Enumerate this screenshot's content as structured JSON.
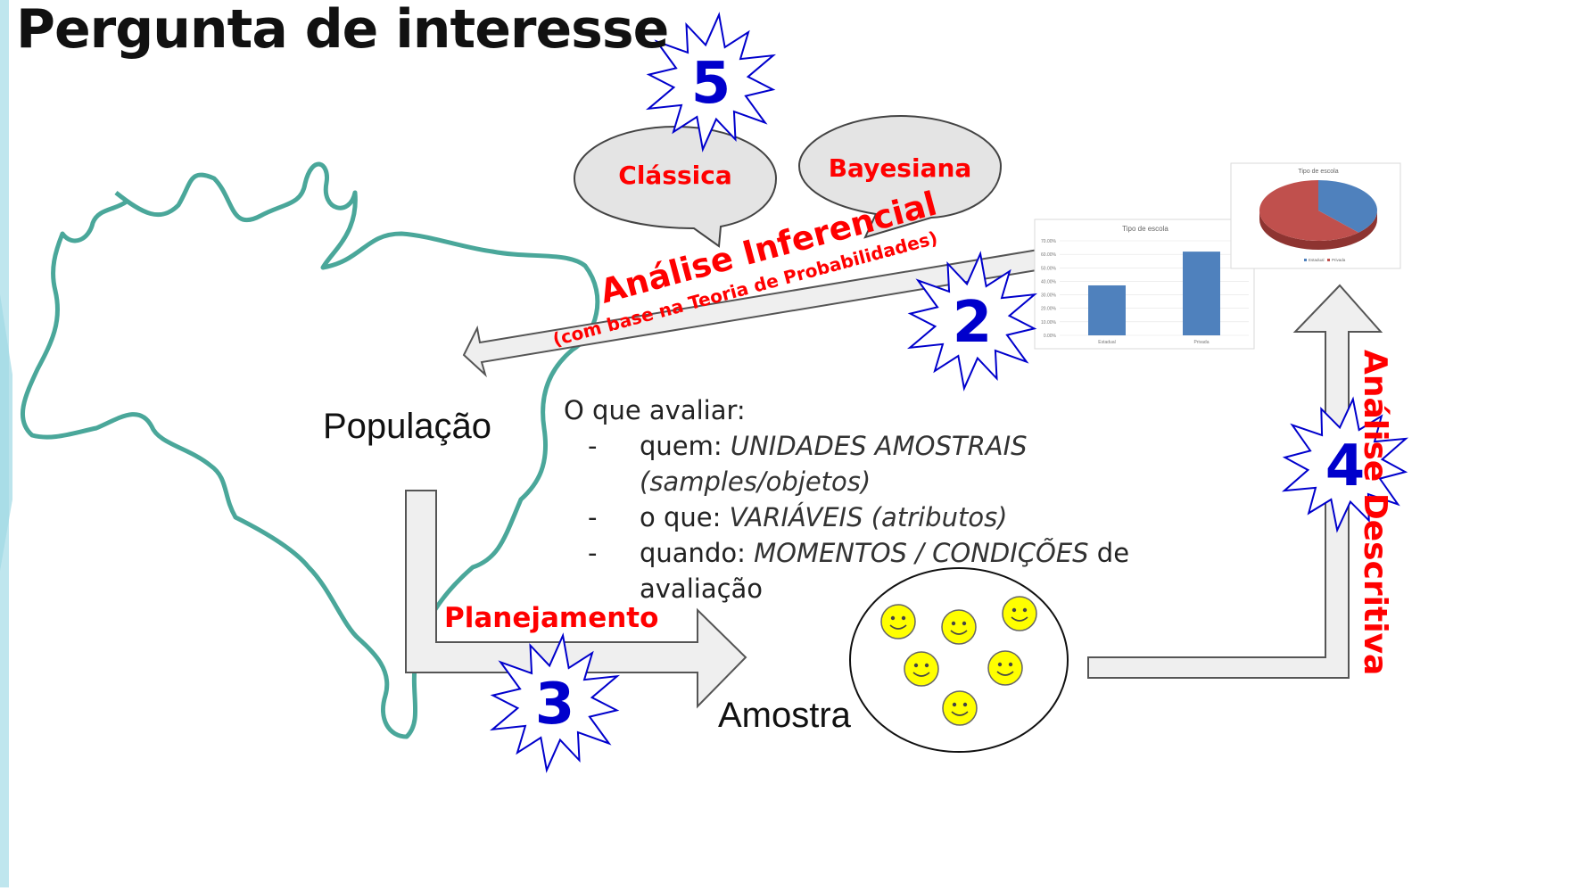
{
  "title": "Pergunta de interesse",
  "labels": {
    "population": "População",
    "sample": "Amostra",
    "planning": "Planejamento",
    "inferential": "Análise Inferencial",
    "inferential_sub": "(com base na Teoria de Probabilidades)",
    "descriptive": "Análise Descritiva",
    "classical": "Clássica",
    "bayesian": "Bayesiana"
  },
  "stars": [
    "2",
    "3",
    "4",
    "5"
  ],
  "criteria": {
    "heading": "O que avaliar:",
    "items": [
      {
        "key": "quem: ",
        "value": "UNIDADES AMOSTRAIS (samples/objetos)",
        "suffix": ""
      },
      {
        "key": "o que: ",
        "value": "VARIÁVEIS (atributos)",
        "suffix": ""
      },
      {
        "key": "quando: ",
        "value": "MOMENTOS / CONDIÇÕES",
        "suffix": " de avaliação"
      }
    ]
  },
  "colors": {
    "red": "#ff0000",
    "blue": "#0000cc",
    "map_outline": "#4aa79a",
    "arrow_fill": "#efefef",
    "bar_blue": "#4f81bd",
    "pie_red": "#c0504d",
    "smiley": "#ffff00"
  },
  "chart_data": [
    {
      "type": "bar",
      "title": "Tipo de escola",
      "categories": [
        "Estadual",
        "Privada"
      ],
      "values": [
        37,
        62
      ],
      "ylim": [
        0,
        70
      ],
      "yticks": [
        "0.00%",
        "10.00%",
        "20.00%",
        "30.00%",
        "40.00%",
        "50.00%",
        "60.00%",
        "70.00%"
      ],
      "grid": true
    },
    {
      "type": "pie",
      "title": "Tipo de escola",
      "categories": [
        "Estadual",
        "Privada"
      ],
      "values": [
        38,
        62
      ],
      "legend": [
        "Estadual",
        "Privada"
      ],
      "legend_position": "bottom"
    }
  ]
}
